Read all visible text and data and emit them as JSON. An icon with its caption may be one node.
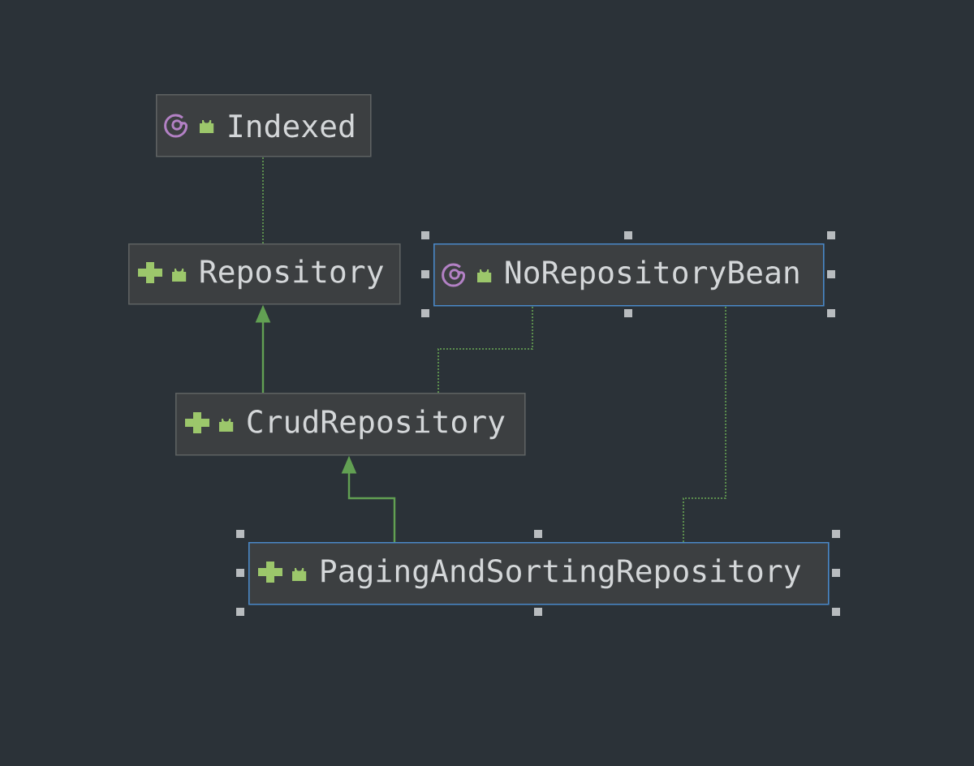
{
  "diagram": {
    "nodes": [
      {
        "text": [
          "Indexed"
        ]
      },
      {
        "text": [
          "Repository"
        ]
      },
      {
        "text": [
          "NoRepositoryBean"
        ]
      },
      {
        "text": [
          "CrudRepository"
        ]
      },
      {
        "text": [
          "PagingAndSortingRepository"
        ]
      }
    ],
    "edges": [
      {
        "from": 1,
        "to": 0,
        "arrow": "none",
        "style": "dashed"
      },
      {
        "from": 3,
        "to": 1,
        "arrow": "to"
      },
      {
        "from": 3,
        "to": 2,
        "arrow": "none",
        "style": "dashed"
      },
      {
        "from": 4,
        "to": 3,
        "arrow": "to"
      },
      {
        "from": 4,
        "to": 2,
        "arrow": "none",
        "style": "dashed"
      }
    ]
  }
}
